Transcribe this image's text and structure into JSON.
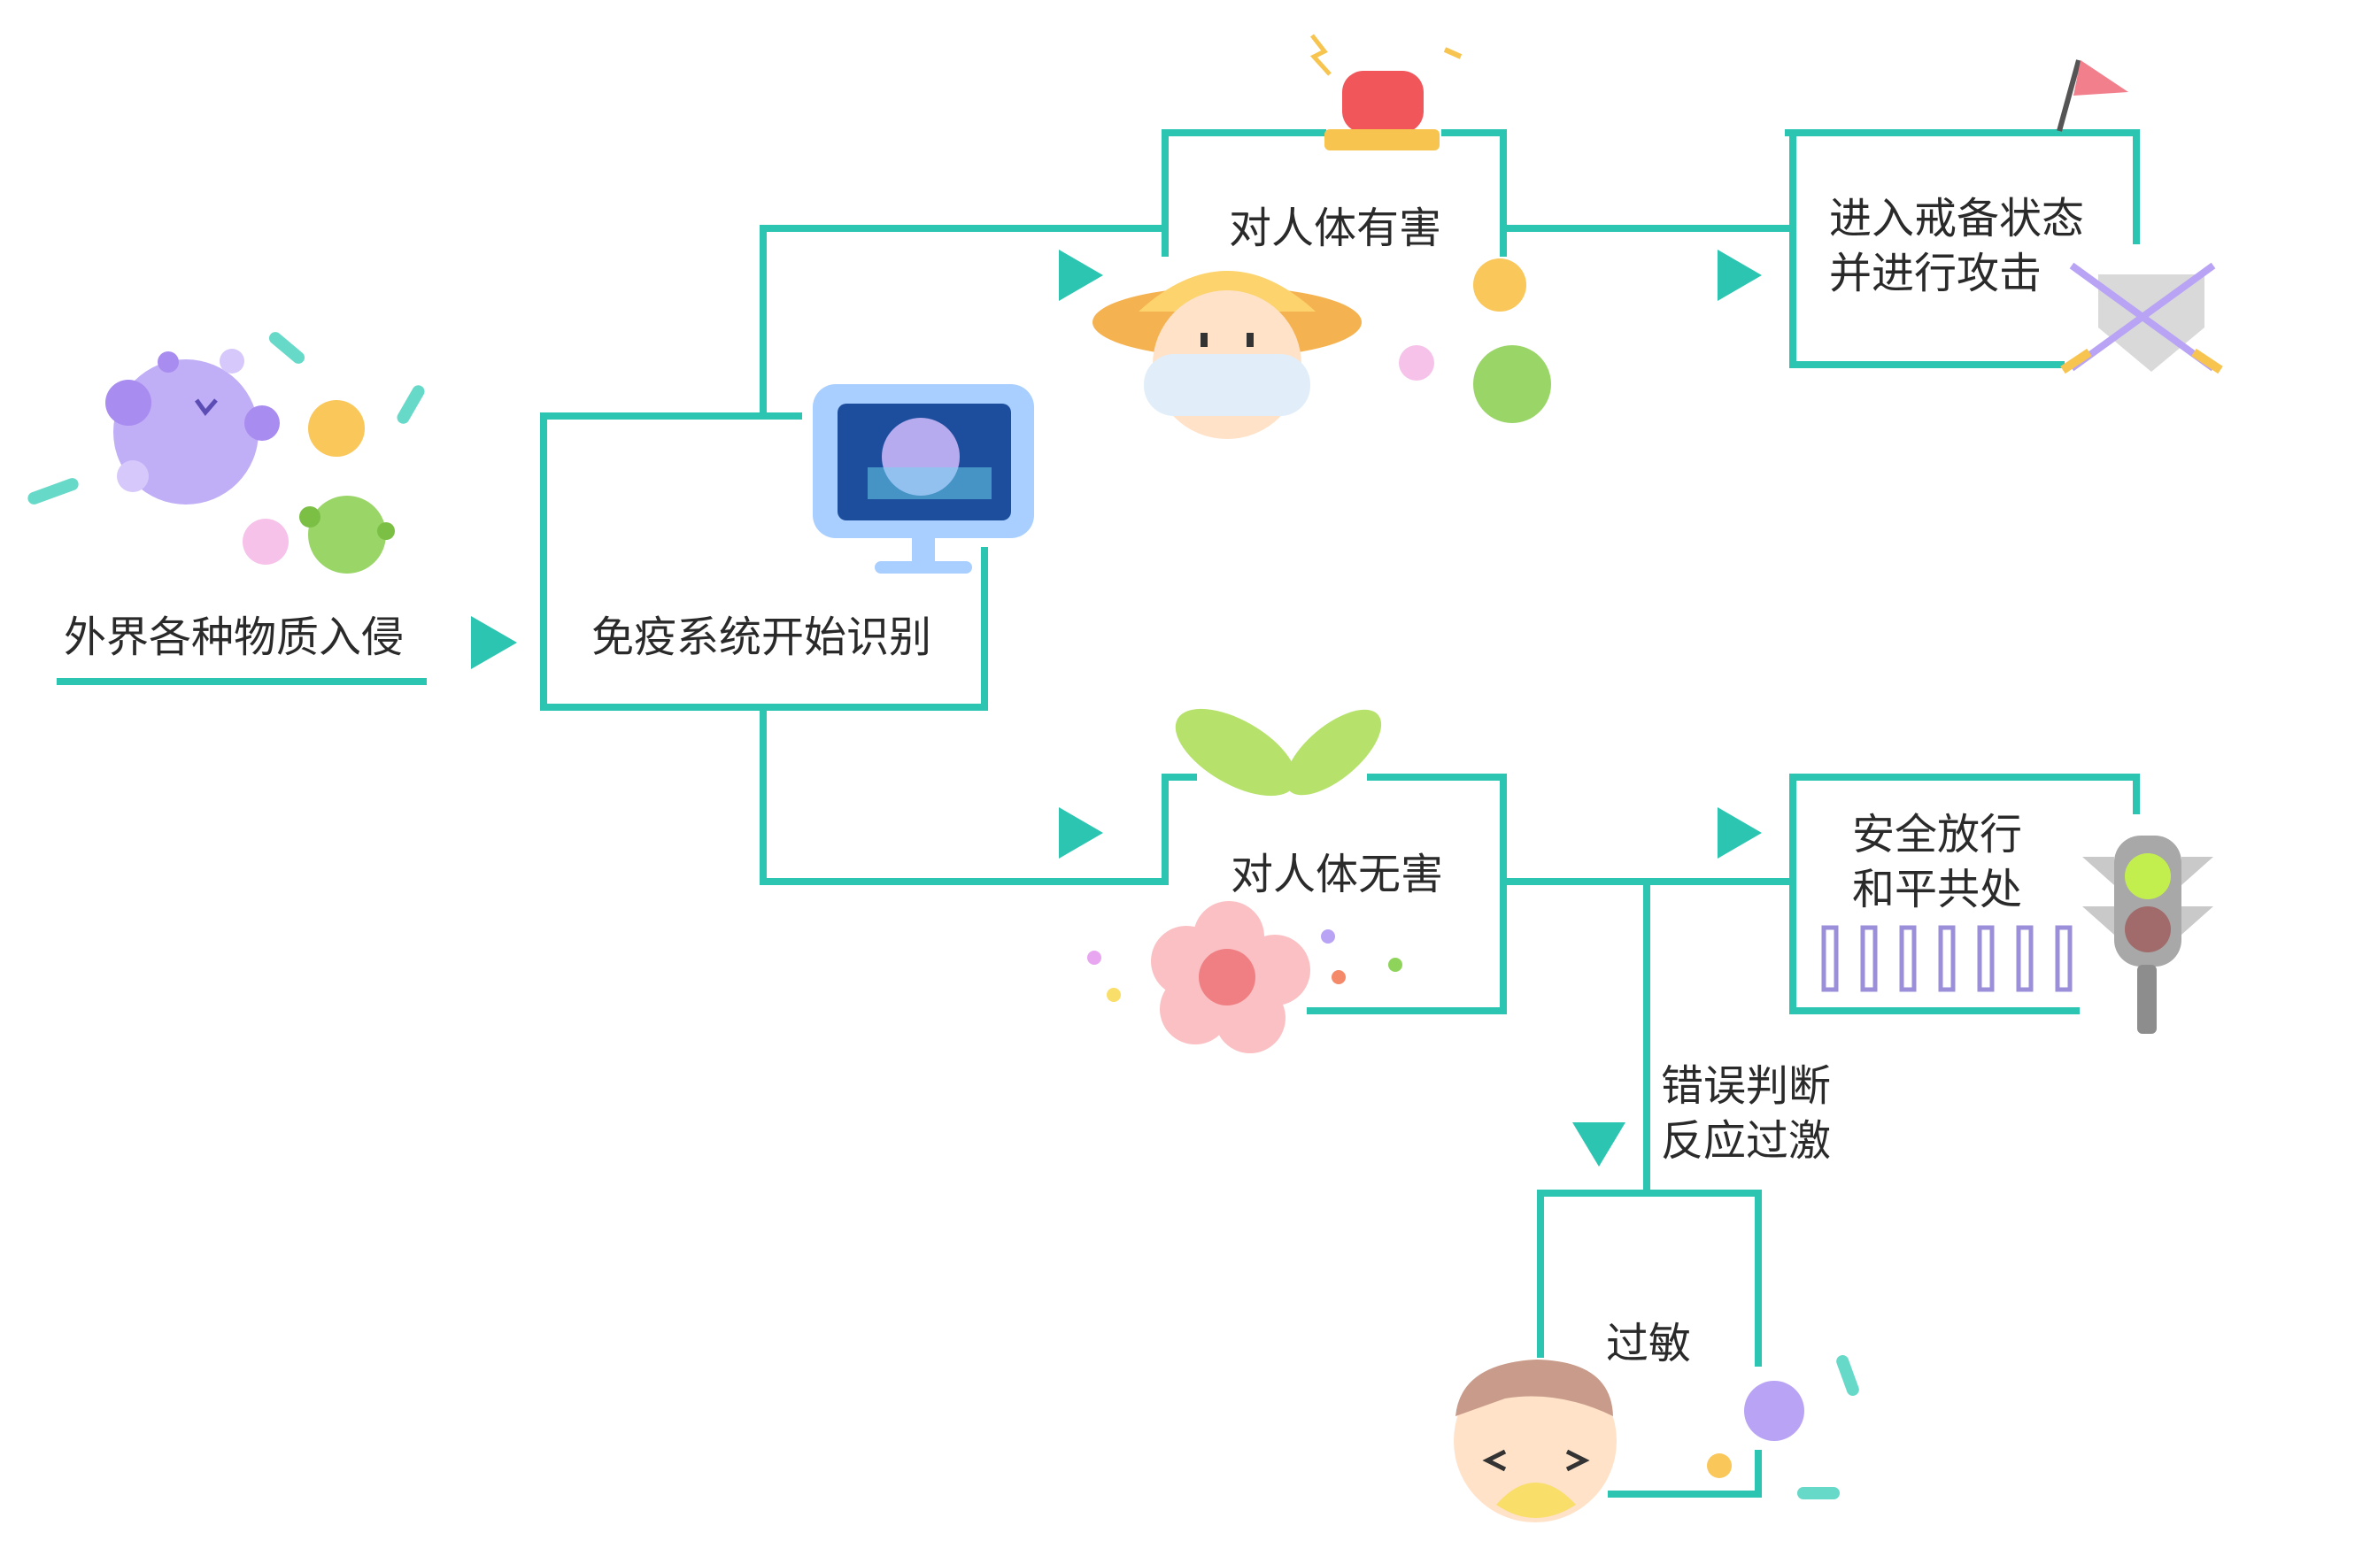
{
  "colors": {
    "line": "#2cc5b1",
    "accent_red": "#f0565a",
    "accent_yellow": "#f7c54f",
    "accent_purple": "#b9a3f5",
    "accent_green": "#8fd45a"
  },
  "nodes": {
    "invasion": "外界各种物质入侵",
    "recognition": "免疫系统开始识别",
    "harmful": "对人体有害",
    "harmless": "对人体无害",
    "alert_line1": "进入戒备状态",
    "alert_line2": "并进行攻击",
    "peace_line1": "安全放行",
    "peace_line2": "和平共处",
    "misjudge_line1": "错误判断",
    "misjudge_line2": "反应过激",
    "allergy": "过敏"
  },
  "watermark": ""
}
